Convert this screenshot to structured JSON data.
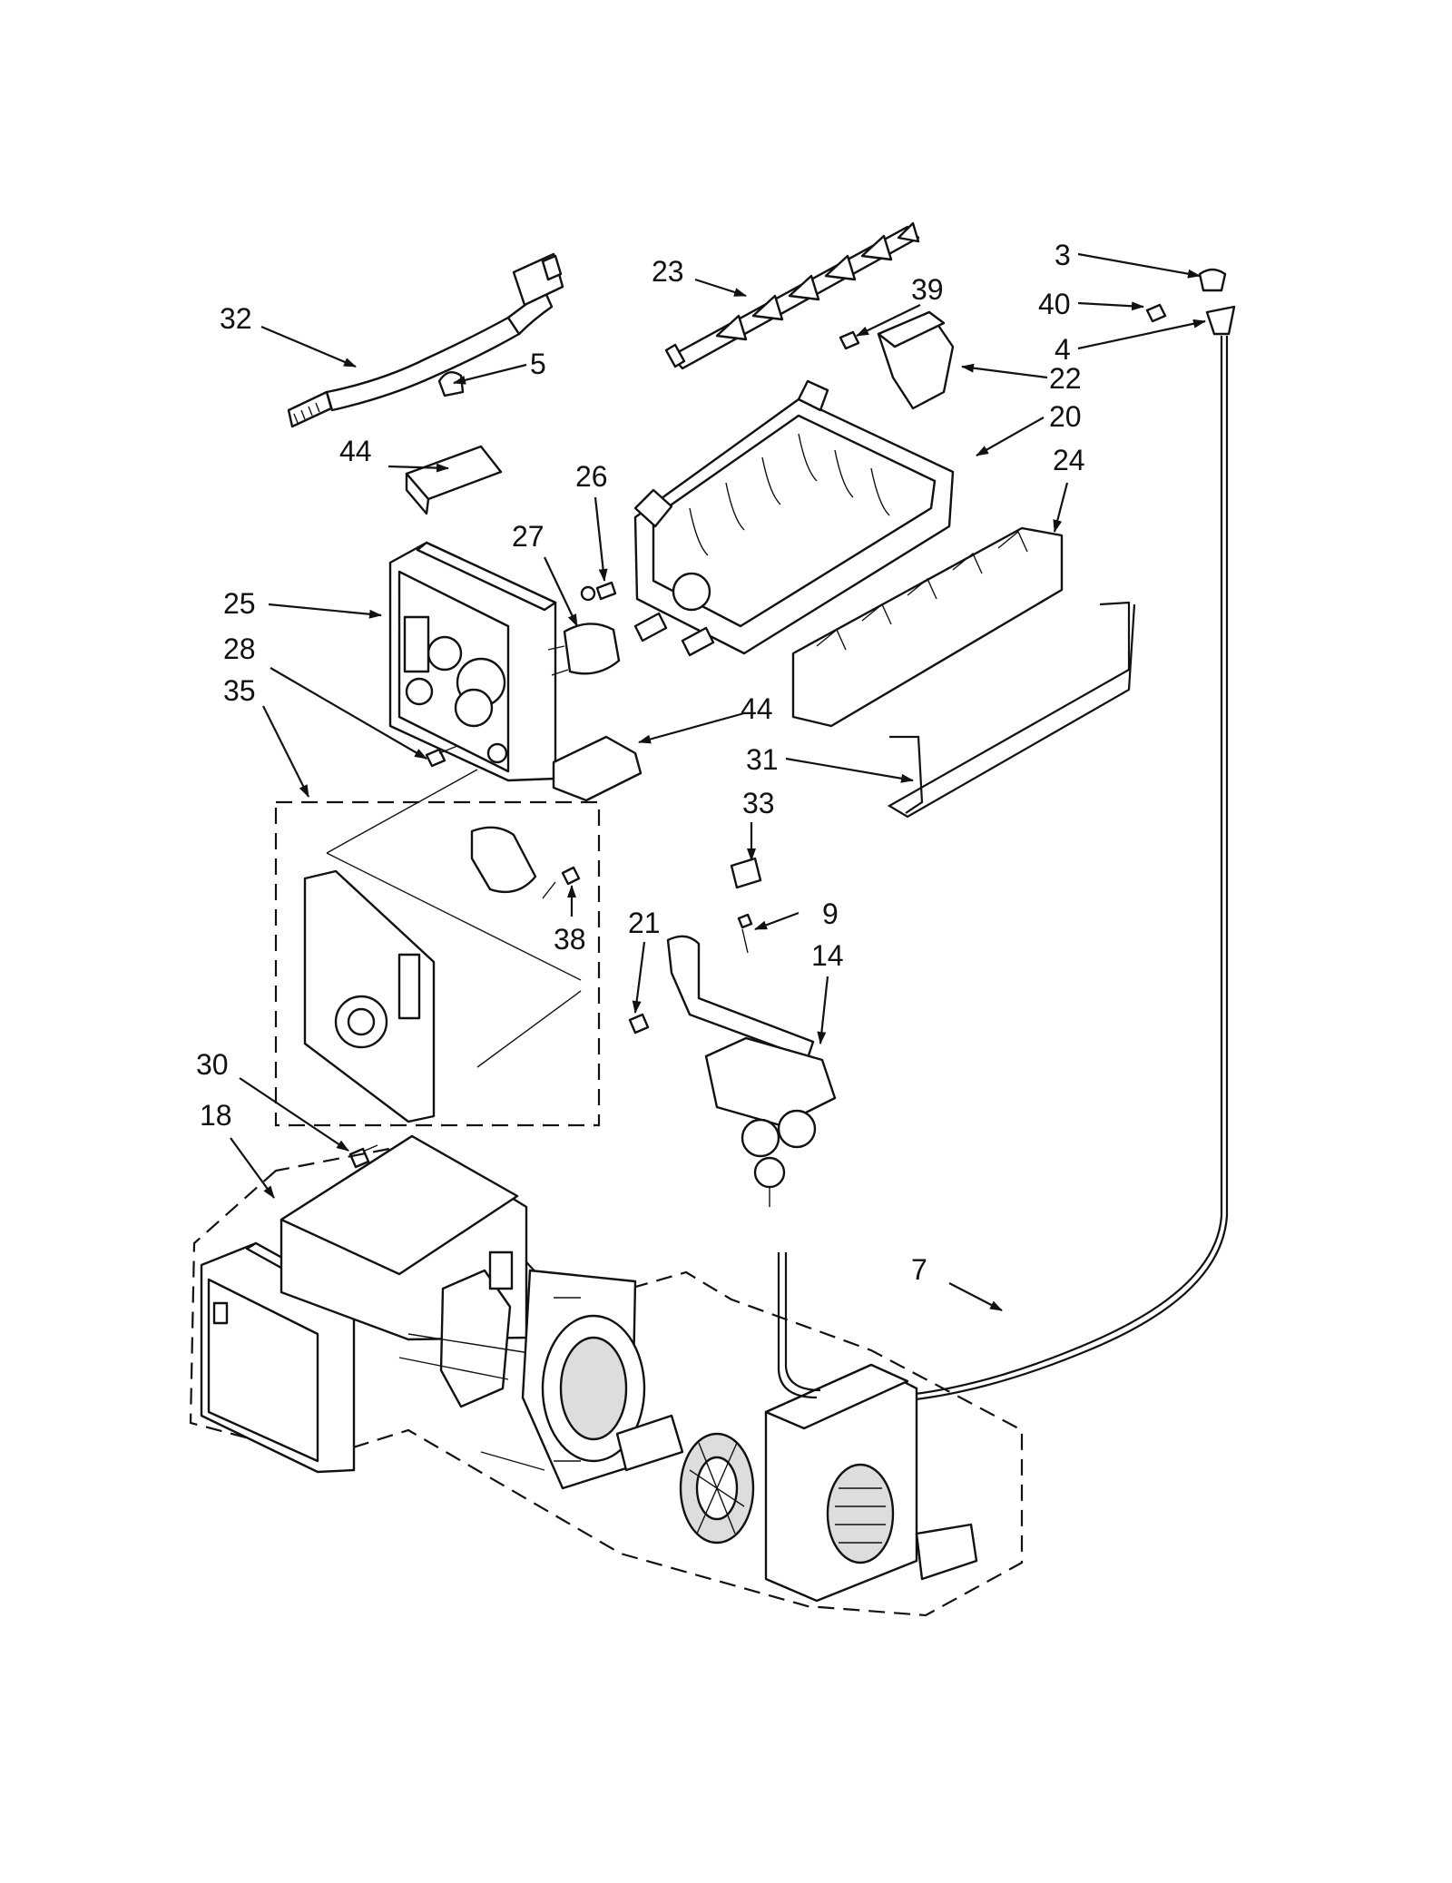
{
  "diagram": {
    "callouts": [
      "3",
      "40",
      "4",
      "23",
      "39",
      "32",
      "5",
      "22",
      "20",
      "24",
      "44",
      "26",
      "27",
      "25",
      "28",
      "35",
      "44",
      "31",
      "33",
      "9",
      "21",
      "14",
      "38",
      "30",
      "18",
      "7"
    ]
  }
}
